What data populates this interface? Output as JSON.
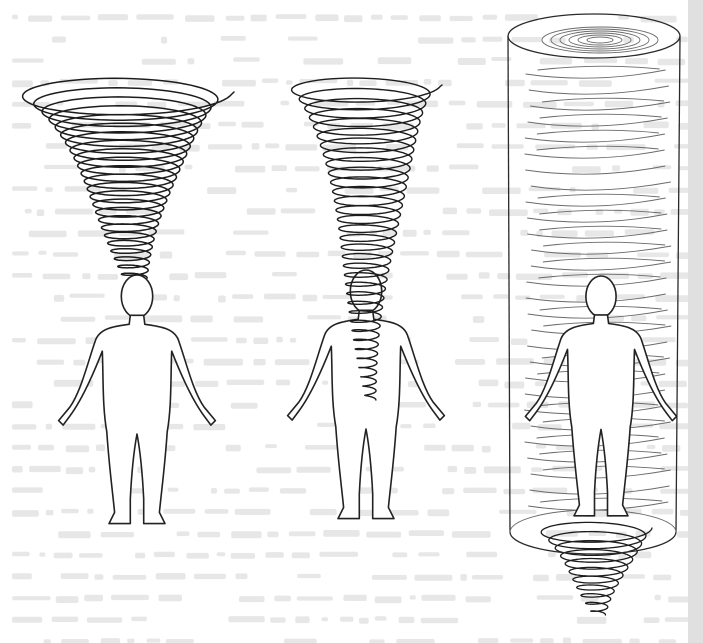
{
  "figures": [
    {
      "id": "figure-vortex-above-head",
      "vortex": "funnel-above",
      "person": "standing-front"
    },
    {
      "id": "figure-vortex-through-body",
      "vortex": "funnel-through",
      "person": "standing-front"
    },
    {
      "id": "figure-vortex-cylinder",
      "vortex": "cylinder-with-lower-funnel",
      "person": "standing-front"
    }
  ],
  "palette": {
    "ink": "#1c1c1c",
    "paper": "#ffffff",
    "page_edge": "#e0e0e0",
    "bleed_through": "#b9b9b9"
  }
}
